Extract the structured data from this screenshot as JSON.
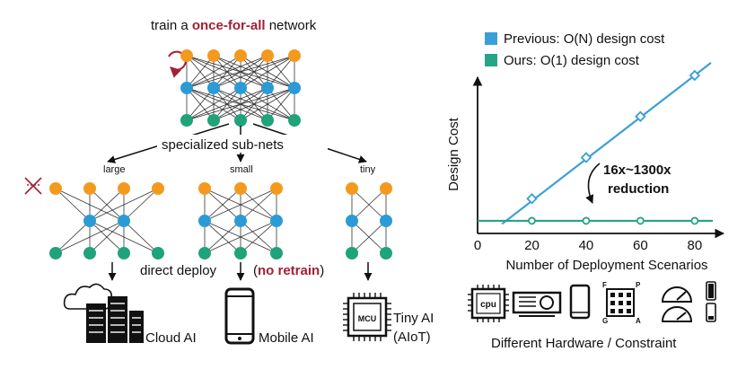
{
  "left": {
    "title_prefix": "train a ",
    "title_highlight": "once-for-all",
    "title_suffix": " network",
    "specialized_label": "specialized sub-nets",
    "subnet_labels": [
      "large",
      "small",
      "tiny"
    ],
    "deploy_text": "direct deploy",
    "no_retrain_open": "(",
    "no_retrain": "no retrain",
    "no_retrain_close": ")",
    "platforms": [
      {
        "name": "Cloud AI",
        "icon": "cloud-server-icon"
      },
      {
        "name": "Mobile AI",
        "icon": "smartphone-icon"
      },
      {
        "name_line1": "Tiny AI",
        "name_line2": "(AIoT)",
        "chip_label": "MCU",
        "icon": "mcu-chip-icon"
      }
    ],
    "colors": {
      "highlight": "#a31f34",
      "node_top": "#f39a1e",
      "node_mid": "#2b9bd6",
      "node_bottom": "#1fa37a"
    }
  },
  "chart_data": {
    "type": "line",
    "xlabel": "Number of Deployment Scenarios",
    "ylabel": "Design Cost",
    "xticks": [
      0,
      20,
      40,
      60,
      80
    ],
    "xlim": [
      0,
      86
    ],
    "ylim": [
      0,
      100
    ],
    "legend_position": "top-left",
    "series": [
      {
        "name": "Previous: O(N) design cost",
        "color": "#3a9fd6",
        "x": [
          20,
          40,
          60,
          80
        ],
        "y": [
          22,
          48,
          74,
          100
        ]
      },
      {
        "name": "Ours: O(1) design cost",
        "color": "#26a488",
        "x": [
          20,
          40,
          60,
          80
        ],
        "y": [
          8,
          8,
          8,
          8
        ]
      }
    ],
    "annotation_line1": "16x~1300x",
    "annotation_line2": "reduction"
  },
  "hardware": {
    "caption": "Different Hardware / Constraint",
    "cpu_label": "cpu",
    "fpga_letters": [
      "F",
      "P",
      "G",
      "A"
    ],
    "icons": [
      "cpu-icon",
      "gpu-icon",
      "phone-icon",
      "fpga-icon",
      "gauge-battery-icon"
    ]
  }
}
